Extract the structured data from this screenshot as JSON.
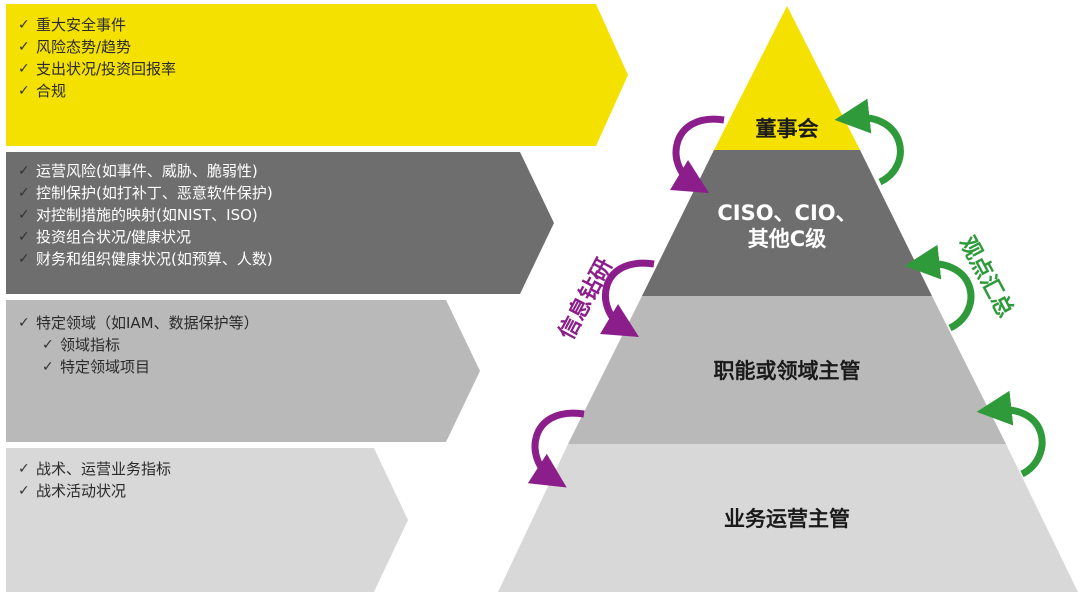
{
  "arrows": [
    {
      "color": "#f5e100",
      "items": [
        {
          "text": "重大安全事件",
          "level": 0
        },
        {
          "text": "风险态势/趋势",
          "level": 0
        },
        {
          "text": "支出状况/投资回报率",
          "level": 0
        },
        {
          "text": "合规",
          "level": 0
        }
      ]
    },
    {
      "color": "#6e6e6e",
      "items": [
        {
          "text": "运营风险(如事件、威胁、脆弱性)",
          "level": 0
        },
        {
          "text": "控制保护(如打补丁、恶意软件保护)",
          "level": 0
        },
        {
          "text": "对控制措施的映射(如NIST、ISO)",
          "level": 0
        },
        {
          "text": "投资组合状况/健康状况",
          "level": 0
        },
        {
          "text": "财务和组织健康状况(如预算、人数)",
          "level": 0
        }
      ]
    },
    {
      "color": "#b9b9b9",
      "items": [
        {
          "text": "特定领域（如IAM、数据保护等）",
          "level": 0
        },
        {
          "text": "领域指标",
          "level": 1
        },
        {
          "text": "特定领域项目",
          "level": 1
        }
      ]
    },
    {
      "color": "#d8d8d8",
      "items": [
        {
          "text": "战术、运营业务指标",
          "level": 0
        },
        {
          "text": "战术活动状况",
          "level": 0
        }
      ]
    }
  ],
  "pyramid": {
    "tiers": [
      {
        "lines": [
          "董事会"
        ],
        "color": "#f5e100"
      },
      {
        "lines": [
          "CISO、CIO、",
          "其他C级"
        ],
        "color": "#6e6e6e"
      },
      {
        "lines": [
          "职能或领域主管"
        ],
        "color": "#b9b9b9"
      },
      {
        "lines": [
          "业务运营主管"
        ],
        "color": "#d8d8d8"
      }
    ]
  },
  "side_labels": {
    "left": {
      "text": "信息钻研",
      "color": "#8b1e8b"
    },
    "right": {
      "text": "观点汇总",
      "color": "#2e9a3a"
    }
  },
  "check_glyph": "✓"
}
